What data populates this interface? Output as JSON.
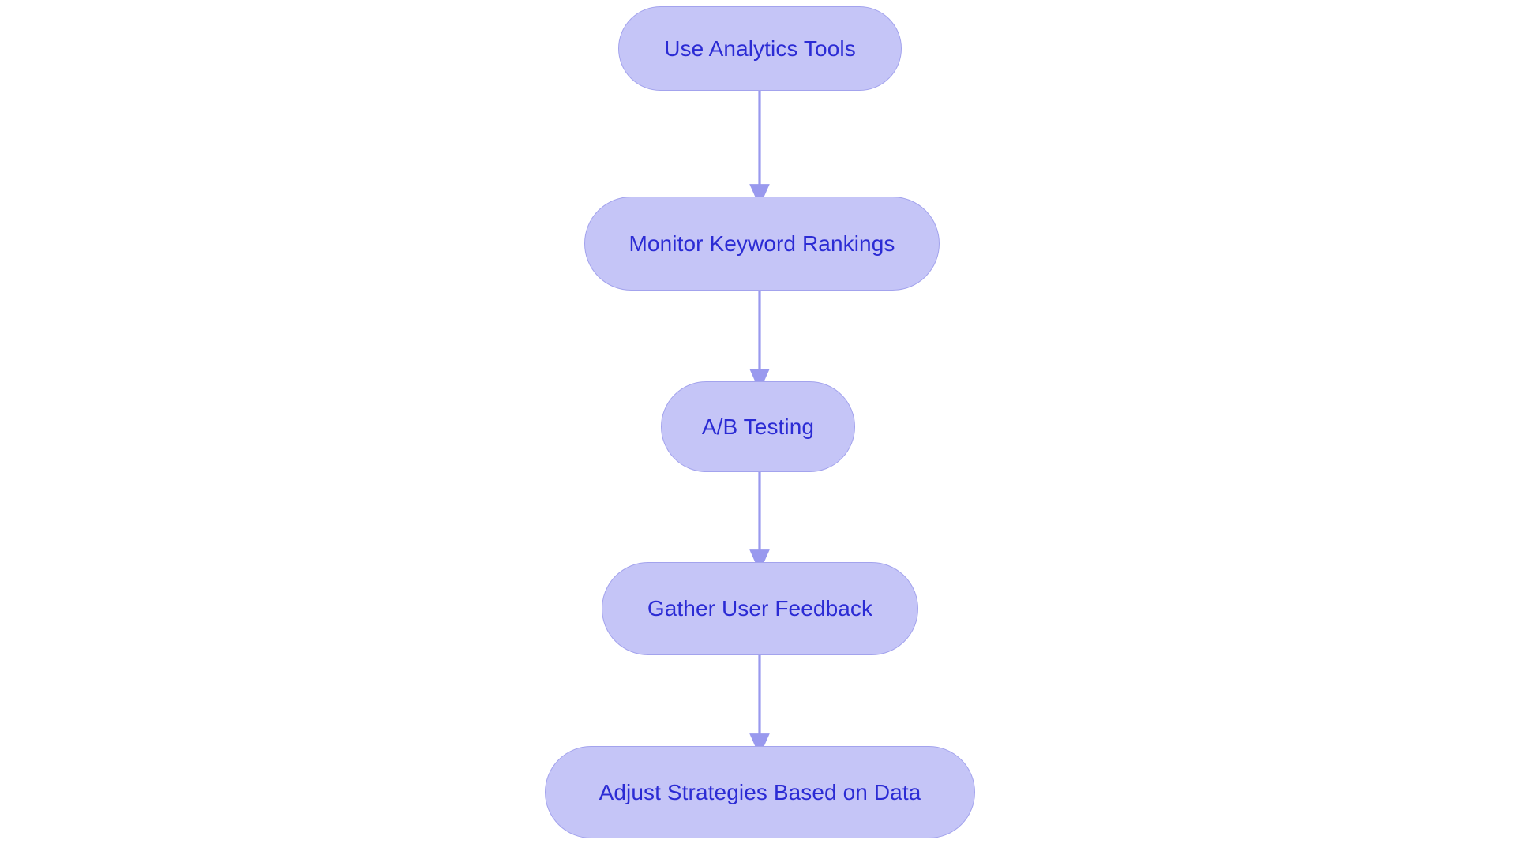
{
  "diagram": {
    "type": "flowchart",
    "orientation": "top-to-bottom",
    "background_color": "#ffffff",
    "node_fill_color": "#c5c5f7",
    "node_border_color": "#a3a3ed",
    "node_text_color": "#2b2bd4",
    "edge_color": "#9999ee",
    "nodes": [
      {
        "id": "use-analytics-tools",
        "label": "Use Analytics Tools"
      },
      {
        "id": "monitor-keyword-rankings",
        "label": "Monitor Keyword Rankings"
      },
      {
        "id": "ab-testing",
        "label": "A/B Testing"
      },
      {
        "id": "gather-user-feedback",
        "label": "Gather User Feedback"
      },
      {
        "id": "adjust-strategies",
        "label": "Adjust Strategies Based on Data"
      }
    ],
    "edges": [
      {
        "from": "use-analytics-tools",
        "to": "monitor-keyword-rankings"
      },
      {
        "from": "monitor-keyword-rankings",
        "to": "ab-testing"
      },
      {
        "from": "ab-testing",
        "to": "gather-user-feedback"
      },
      {
        "from": "gather-user-feedback",
        "to": "adjust-strategies"
      }
    ]
  }
}
